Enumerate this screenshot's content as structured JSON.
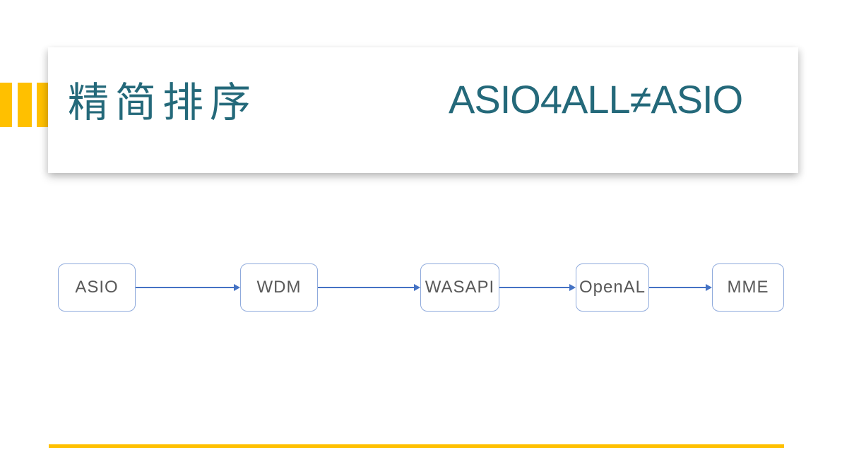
{
  "slide": {
    "header": {
      "title": "精简排序",
      "subtitle": "ASIO4ALL≠ASIO"
    },
    "diagram": {
      "nodes": [
        {
          "label": "ASIO"
        },
        {
          "label": "WDM"
        },
        {
          "label": "WASAPI"
        },
        {
          "label": "OpenAL"
        },
        {
          "label": "MME"
        }
      ],
      "connector_count": 4,
      "flow_direction": "left-to-right"
    },
    "colors": {
      "accent_yellow": "#FFC000",
      "title_teal": "#24697A",
      "node_border_blue": "#8FAADC",
      "arrow_blue": "#4472C4",
      "node_text_gray": "#595959",
      "card_bg": "#FFFFFF",
      "page_bg": "#FFFFFF"
    }
  }
}
